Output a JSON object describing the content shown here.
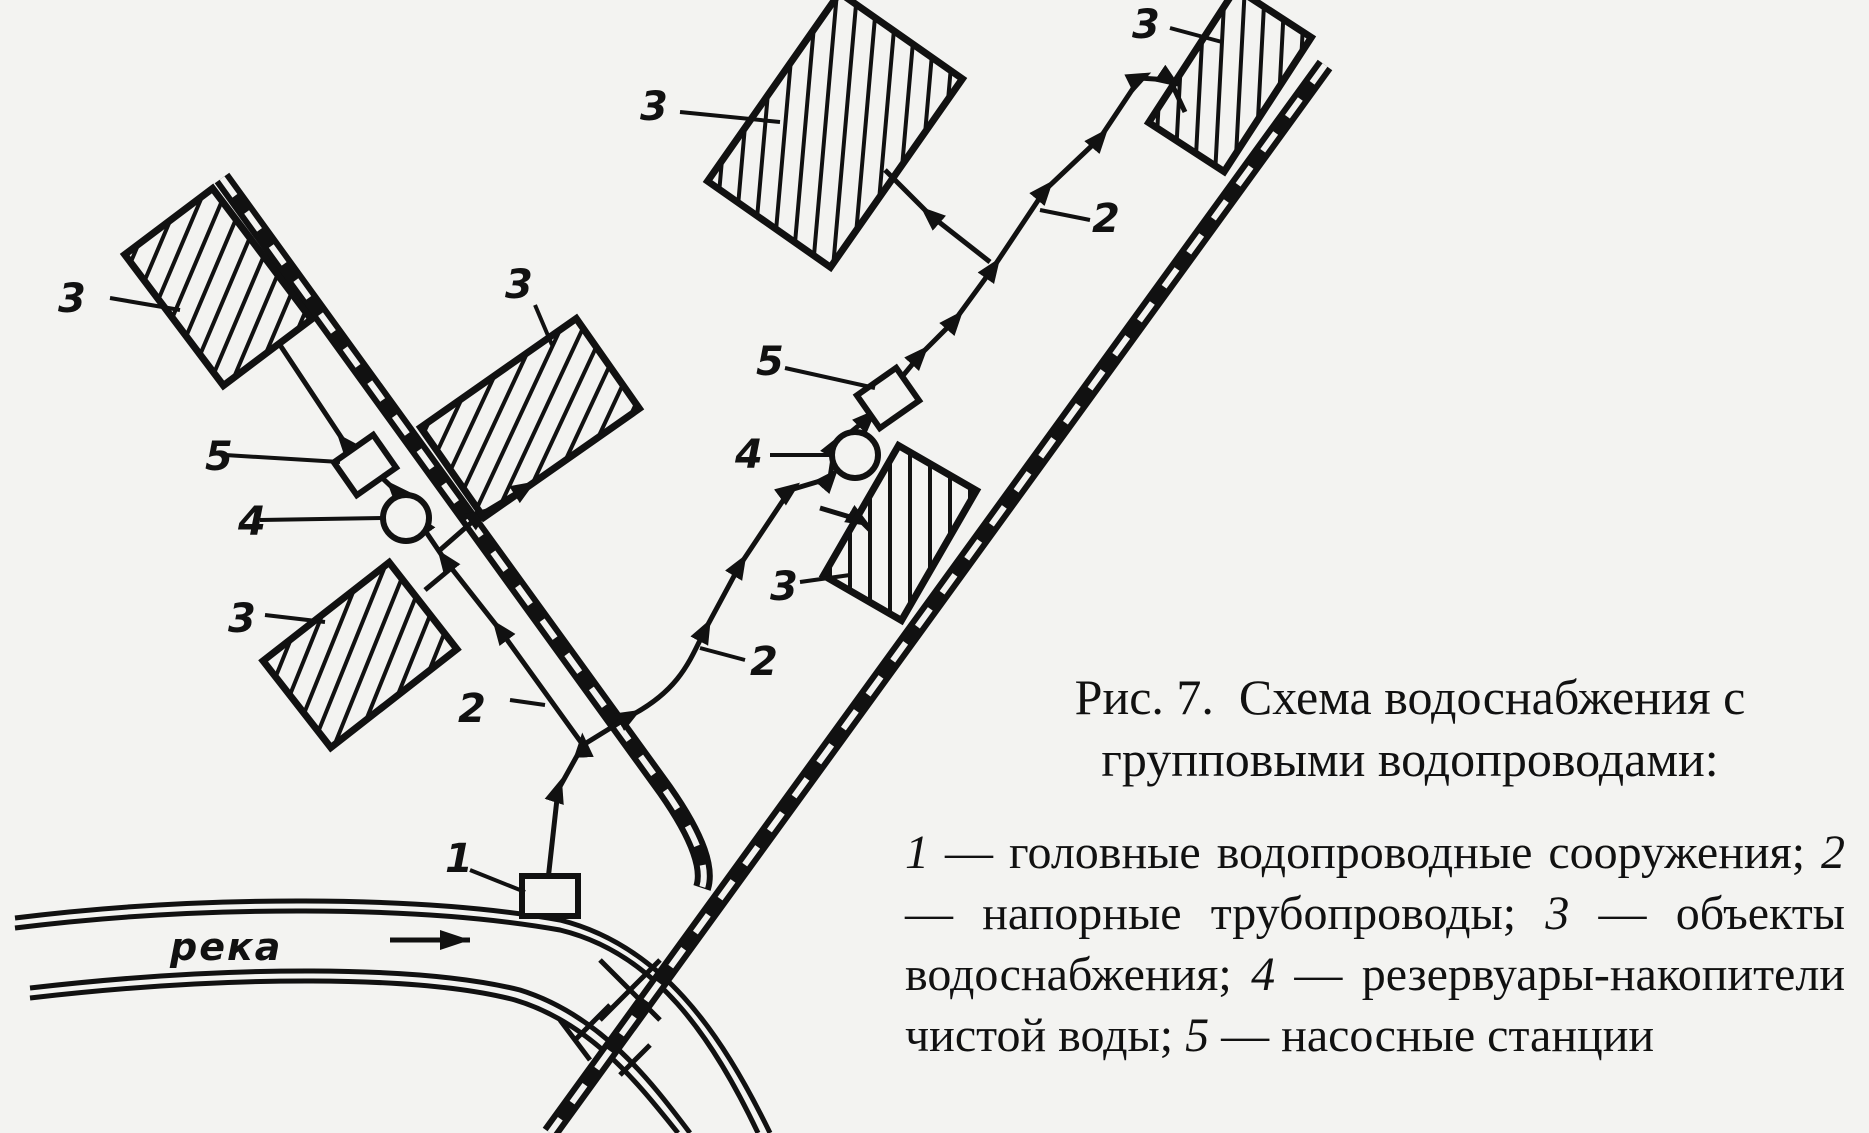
{
  "labels": {
    "source": "1",
    "pipe": "2",
    "object": "3",
    "reservoir": "4",
    "pump": "5",
    "river": "река"
  },
  "caption": {
    "prefix": "Рис.",
    "number": "7.",
    "line1": "Схема водоснабжения с",
    "line2": "групповыми водопроводами:"
  },
  "legend": [
    {
      "num": "1",
      "text": "— головные водопроводные сооружения;"
    },
    {
      "num": "2",
      "text": "— напорные трубопроводы;"
    },
    {
      "num": "3",
      "text": "— объекты водоснабжения;"
    },
    {
      "num": "4",
      "text": "— резервуары-накопители чистой воды;"
    },
    {
      "num": "5",
      "text": "— насосные станции"
    }
  ],
  "colors": {
    "ink": "#111111",
    "paper": "#f3f3f1"
  }
}
